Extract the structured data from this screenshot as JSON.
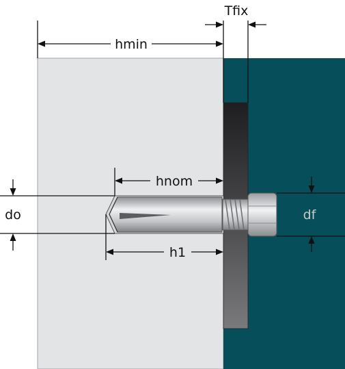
{
  "labels": {
    "tfix": "Tfix",
    "hmin": "hmin",
    "hnom": "hnom",
    "h1": "h1",
    "do": "do",
    "df": "df"
  },
  "colors": {
    "concrete": "#e3e4e6",
    "fixture": "#064e59",
    "washer_dark": "#2c2c2e",
    "washer_gray": "#707072",
    "bolt_metal": "#c4c6c9",
    "dimension_line": "#111111"
  }
}
